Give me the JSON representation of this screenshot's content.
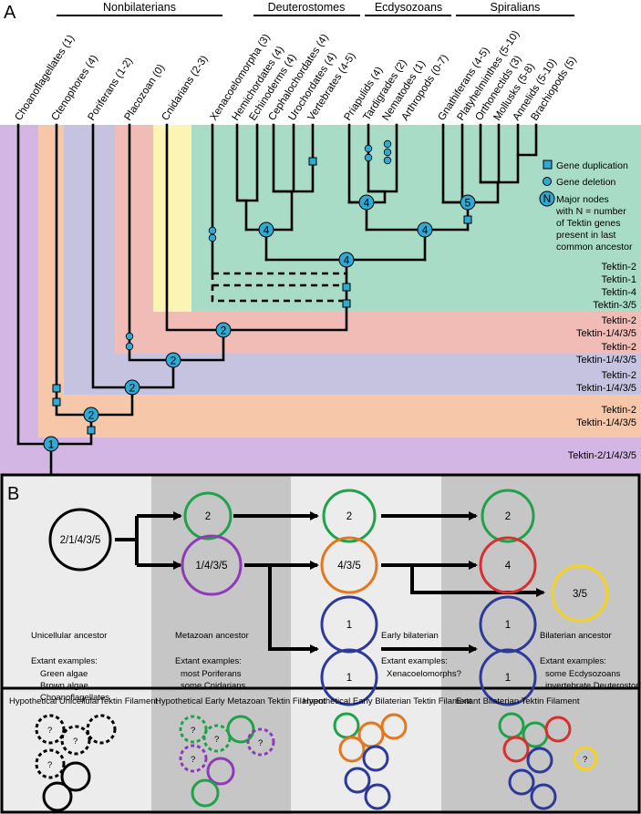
{
  "panel_a": {
    "panel_label": "A",
    "groups": [
      "Nonbilaterians",
      "Deuterostomes",
      "Ecdysozoans",
      "Spiralians"
    ],
    "taxa": [
      "Choanoflagellates (1)",
      "Ctenophores (4)",
      "Poriferans (1-2)",
      "Placozoan (0)",
      "Cnidarians (2-3)",
      "Xenacoelomorpha (3)",
      "Hemichordates (4)",
      "Echinoderms (4)",
      "Cephalochordates (4)",
      "Urochordates (4)",
      "Vertebrates (4-5)",
      "Priapulids (4)",
      "Tardigrades (2)",
      "Nematodes (1)",
      "Arthropods (0-7)",
      "Gnathiferans (4-5)",
      "Platyhelminthes (5-10)",
      "Orthonectids (3)",
      "Mollusks (5-8)",
      "Annelids (5-10)",
      "Brachiopods (5)"
    ],
    "node_numbers": [
      "1",
      "2",
      "2",
      "2",
      "2",
      "4",
      "4",
      "4",
      "4",
      "5"
    ],
    "legend": {
      "duplication": "Gene duplication",
      "deletion": "Gene deletion",
      "node_symbol": "N",
      "node_text": [
        "Major nodes",
        "with N = number",
        "of Tektin genes",
        "present in last",
        "common ancestor"
      ]
    },
    "band_labels": {
      "bilaterian": [
        "Tektin-2",
        "Tektin-1",
        "Tektin-4",
        "Tektin-3/5"
      ],
      "cnidarian": [
        "Tektin-2",
        "Tektin-1/4/3/5"
      ],
      "placozoan": [
        "Tektin-2",
        "Tektin-1/4/3/5"
      ],
      "porifera": [
        "Tektin-2",
        "Tektin-1/4/3/5"
      ],
      "ctenophore": [
        "Tektin-2",
        "Tektin-1/4/3/5"
      ],
      "root": "Tektin-2/1/4/3/5"
    },
    "colors": {
      "purple": "#d3b6e3",
      "salmon": "#f6c7a9",
      "lavender": "#c6c3e1",
      "pink": "#f2bcb6",
      "yellow": "#fbf4b4",
      "green": "#a8dcc6",
      "node": "#2eaad4"
    }
  },
  "panel_b": {
    "panel_label": "B",
    "circles": {
      "start": "2/1/4/3/5",
      "meta_top": "2",
      "meta_bottom": "1/4/3/5",
      "early_top": "2",
      "early_mid": "4/3/5",
      "early_low1": "1",
      "early_low2": "1",
      "bil_top": "2",
      "bil_mid": "4",
      "bil_low1": "1",
      "bil_low2": "1",
      "bil_side": "3/5"
    },
    "stage_titles": {
      "unicellular": "Unicellular ancestor",
      "metazoan": "Metazoan ancestor",
      "early": "Early bilaterian",
      "bilaterian": "Bilaterian ancestor"
    },
    "extant_label": "Extant examples:",
    "examples": {
      "unicellular": [
        "Green algae",
        "Brown algae",
        "Choanoflagellates"
      ],
      "metazoan": [
        "most Poriferans",
        "some Cnidarians"
      ],
      "early": [
        "Xenacoelomorphs?"
      ],
      "bilaterian": [
        "some Ecdysozoans",
        "invertebrate Deuterostomes"
      ]
    },
    "filament_titles": [
      "Hypothetical UnicellularTektin Filament",
      "Hypothetical Early Metazoan Tektin Filament",
      "Hypothetical Early Bilaterian Tektin Filament",
      "Extant Bilaterian Tektin Filament"
    ],
    "unknown_mark": "?"
  }
}
